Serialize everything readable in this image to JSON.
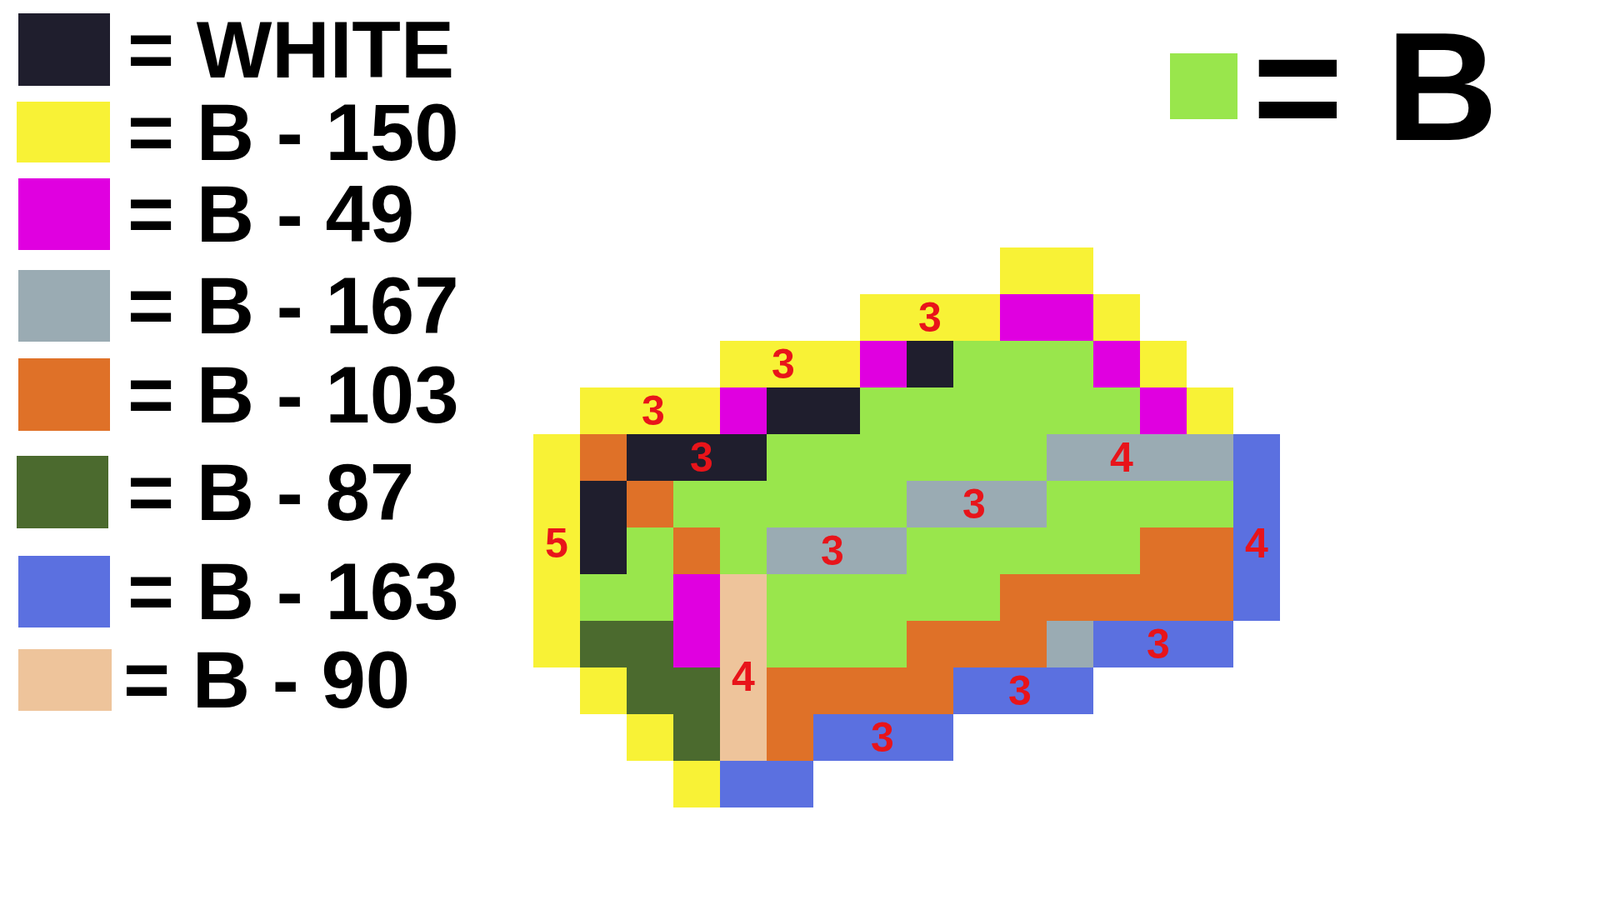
{
  "diagram": {
    "labels": [
      "3",
      "3",
      "3",
      "3",
      "4",
      "3",
      "5",
      "3",
      "4",
      "3",
      "4",
      "3",
      "3"
    ],
    "legend": [
      {
        "text": "= WHITE",
        "color": "#1f1e2d"
      },
      {
        "text": "= B - 150",
        "color": "#f8f236"
      },
      {
        "text": "= B - 49",
        "color": "#e000e0"
      },
      {
        "text": "= B - 167",
        "color": "#9aabb3"
      },
      {
        "text": "= B - 103",
        "color": "#df7128"
      },
      {
        "text": "= B - 87",
        "color": "#4b6a2e"
      },
      {
        "text": "= B - 163",
        "color": "#5b70e0"
      },
      {
        "text": "= B - 90",
        "color": "#eec49b"
      },
      {
        "text": "= B",
        "color": "#99e64c"
      }
    ]
  }
}
